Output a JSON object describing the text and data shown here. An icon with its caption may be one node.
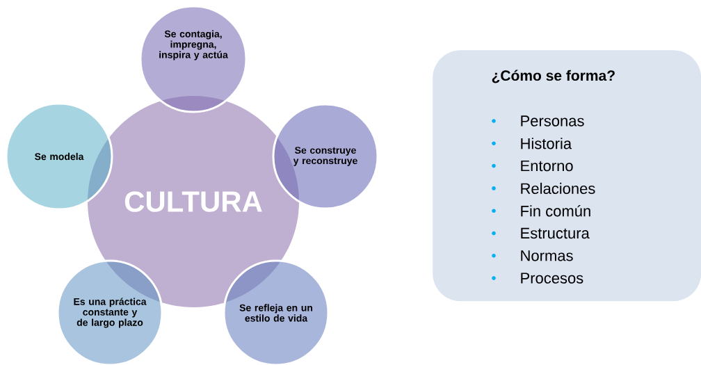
{
  "diagram": {
    "nodes": [
      {
        "text": [
          "CULTURA"
        ]
      },
      {
        "text": [
          "Se contagia, impregna, inspira y actúa"
        ]
      },
      {
        "text": [
          "Se construye y reconstruye"
        ]
      },
      {
        "text": [
          "Se refleja en un estilo de vida"
        ]
      },
      {
        "text": [
          "Es una práctica constante y de largo plazo"
        ]
      },
      {
        "text": [
          "Se modela"
        ]
      },
      {
        "text": [
          "¿Cómo se forma?",
          "Personas",
          "Historia",
          "Entorno",
          "Relaciones",
          "Fin común",
          "Estructura",
          "Normas",
          "Procesos"
        ]
      }
    ],
    "edges": []
  }
}
